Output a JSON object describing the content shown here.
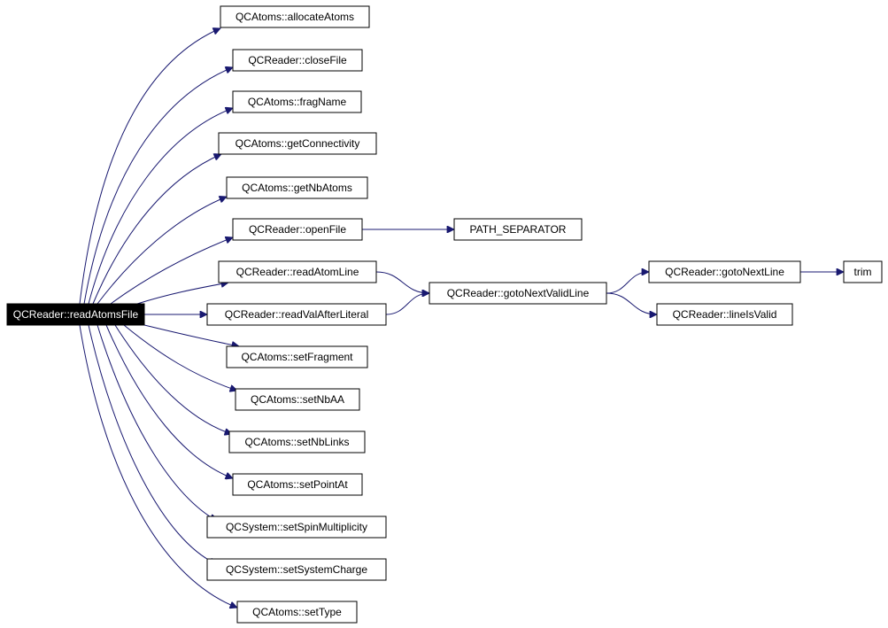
{
  "graph": {
    "root": "QCReader::readAtomsFile",
    "nodes": [
      {
        "id": "root",
        "label": "QCReader::readAtomsFile",
        "root": true
      },
      {
        "id": "allocateAtoms",
        "label": "QCAtoms::allocateAtoms"
      },
      {
        "id": "closeFile",
        "label": "QCReader::closeFile"
      },
      {
        "id": "fragName",
        "label": "QCAtoms::fragName"
      },
      {
        "id": "getConnectivity",
        "label": "QCAtoms::getConnectivity"
      },
      {
        "id": "getNbAtoms",
        "label": "QCAtoms::getNbAtoms"
      },
      {
        "id": "openFile",
        "label": "QCReader::openFile"
      },
      {
        "id": "PATH_SEPARATOR",
        "label": "PATH_SEPARATOR"
      },
      {
        "id": "readAtomLine",
        "label": "QCReader::readAtomLine"
      },
      {
        "id": "gotoNextValidLine",
        "label": "QCReader::gotoNextValidLine"
      },
      {
        "id": "gotoNextLine",
        "label": "QCReader::gotoNextLine"
      },
      {
        "id": "trim",
        "label": "trim"
      },
      {
        "id": "readValAfterLiteral",
        "label": "QCReader::readValAfterLiteral"
      },
      {
        "id": "lineIsValid",
        "label": "QCReader::lineIsValid"
      },
      {
        "id": "setFragment",
        "label": "QCAtoms::setFragment"
      },
      {
        "id": "setNbAA",
        "label": "QCAtoms::setNbAA"
      },
      {
        "id": "setNbLinks",
        "label": "QCAtoms::setNbLinks"
      },
      {
        "id": "setPointAt",
        "label": "QCAtoms::setPointAt"
      },
      {
        "id": "setSpinMultiplicity",
        "label": "QCSystem::setSpinMultiplicity"
      },
      {
        "id": "setSystemCharge",
        "label": "QCSystem::setSystemCharge"
      },
      {
        "id": "setType",
        "label": "QCAtoms::setType"
      }
    ],
    "edges": [
      {
        "from": "root",
        "to": "allocateAtoms"
      },
      {
        "from": "root",
        "to": "closeFile"
      },
      {
        "from": "root",
        "to": "fragName"
      },
      {
        "from": "root",
        "to": "getConnectivity"
      },
      {
        "from": "root",
        "to": "getNbAtoms"
      },
      {
        "from": "root",
        "to": "openFile"
      },
      {
        "from": "root",
        "to": "readAtomLine"
      },
      {
        "from": "root",
        "to": "readValAfterLiteral"
      },
      {
        "from": "root",
        "to": "setFragment"
      },
      {
        "from": "root",
        "to": "setNbAA"
      },
      {
        "from": "root",
        "to": "setNbLinks"
      },
      {
        "from": "root",
        "to": "setPointAt"
      },
      {
        "from": "root",
        "to": "setSpinMultiplicity"
      },
      {
        "from": "root",
        "to": "setSystemCharge"
      },
      {
        "from": "root",
        "to": "setType"
      },
      {
        "from": "openFile",
        "to": "PATH_SEPARATOR"
      },
      {
        "from": "readAtomLine",
        "to": "gotoNextValidLine"
      },
      {
        "from": "readValAfterLiteral",
        "to": "gotoNextValidLine"
      },
      {
        "from": "gotoNextValidLine",
        "to": "gotoNextLine"
      },
      {
        "from": "gotoNextValidLine",
        "to": "lineIsValid"
      },
      {
        "from": "gotoNextLine",
        "to": "trim"
      }
    ],
    "colors": {
      "edge": "#191970",
      "root_fill": "#000000",
      "root_text": "#ffffff",
      "node_border": "#000000"
    }
  }
}
